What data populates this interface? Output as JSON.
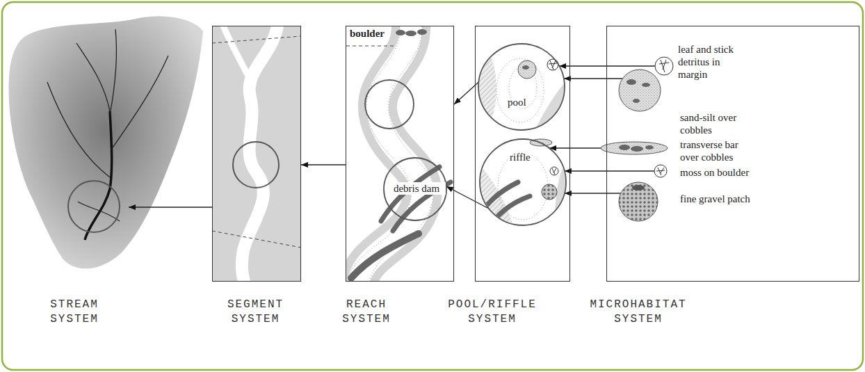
{
  "diagram": {
    "nodes": [
      {
        "text": [
          "STREAM SYSTEM"
        ]
      },
      {
        "text": [
          "SEGMENT SYSTEM"
        ]
      },
      {
        "text": [
          "REACH SYSTEM"
        ]
      },
      {
        "text": [
          "debris dam"
        ],
        "in": 2
      },
      {
        "text": [
          "POOL/RIFFLE SYSTEM"
        ]
      },
      {
        "text": [
          "pool"
        ],
        "in": 4
      },
      {
        "text": [
          "riffle"
        ],
        "in": 4
      },
      {
        "text": [
          "MICROHABITAT SYSTEM"
        ]
      },
      {
        "text": [
          "leaf and stick detritus in margin"
        ],
        "in": 7
      },
      {
        "text": [
          "sand-silt over cobbles"
        ],
        "in": 7
      },
      {
        "text": [
          "transverse bar over cobbles"
        ],
        "in": 7
      },
      {
        "text": [
          "moss on boulder"
        ],
        "in": 7
      },
      {
        "text": [
          "fine gravel patch"
        ],
        "in": 7
      }
    ],
    "edges": [
      {
        "from": 1,
        "to": 0,
        "arrow": "to"
      },
      {
        "from": 2,
        "to": 1,
        "arrow": "to"
      },
      {
        "from": 5,
        "to": 2,
        "arrow": "to"
      },
      {
        "from": 6,
        "to": 3,
        "arrow": "to"
      },
      {
        "from": 8,
        "to": 5,
        "arrow": "to"
      },
      {
        "from": 9,
        "to": 5,
        "arrow": "to"
      },
      {
        "from": 10,
        "to": 6,
        "arrow": "to"
      },
      {
        "from": 11,
        "to": 6,
        "arrow": "to"
      },
      {
        "from": 12,
        "to": 6,
        "arrow": "to"
      }
    ],
    "labels": [
      "boulder"
    ]
  }
}
